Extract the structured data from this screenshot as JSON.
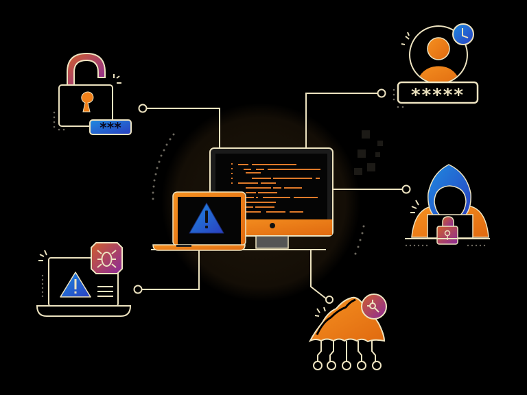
{
  "illustration": {
    "title": "Cybersecurity threats network illustration",
    "colors": {
      "background": "#000000",
      "line": "#EDE3C0",
      "orange": "#F0801A",
      "orange_dark": "#C85F10",
      "blue_start": "#1E6FD0",
      "blue_end": "#2A3FC0",
      "magenta_start": "#C8502A",
      "magenta_end": "#8A2A9A",
      "glow": "#1A1208",
      "code_line": "#E07A2A"
    },
    "nodes": [
      {
        "id": "unlocked-padlock",
        "label": "Unlocked padlock with password field",
        "password_mask": "***"
      },
      {
        "id": "user-password",
        "label": "User account with password and clock",
        "password_mask": "*****"
      },
      {
        "id": "hacker",
        "label": "Hooded hacker with locked laptop"
      },
      {
        "id": "cloud-data",
        "label": "Compromised cloud with search"
      },
      {
        "id": "infected-laptop",
        "label": "Laptop with warning and bug"
      }
    ],
    "center": {
      "label": "Monitor with code and laptop with warning"
    }
  }
}
